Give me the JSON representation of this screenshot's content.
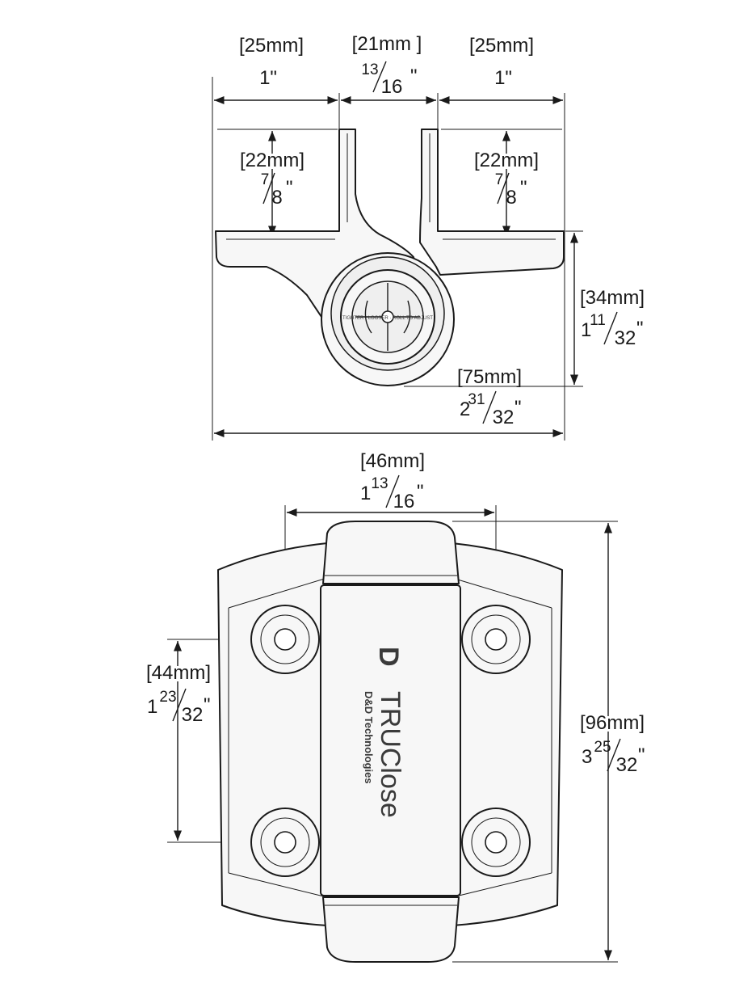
{
  "dimensions": {
    "top_left_width": {
      "mm": "[25mm]",
      "inch": "1\""
    },
    "top_center_width": {
      "mm": "[21mm ]",
      "whole": "",
      "num": "13",
      "den": "16",
      "unit": "\""
    },
    "top_right_width": {
      "mm": "[25mm]",
      "inch": "1\""
    },
    "left_leaf_height": {
      "mm": "[22mm]",
      "num": "7",
      "den": "8",
      "unit": "\""
    },
    "right_leaf_height": {
      "mm": "[22mm]",
      "num": "7",
      "den": "8",
      "unit": "\""
    },
    "body_depth": {
      "mm": "[34mm]",
      "whole": "1",
      "num": "11",
      "den": "32",
      "unit": "\""
    },
    "overall_width": {
      "mm": "[75mm]",
      "whole": "2",
      "num": "31",
      "den": "32",
      "unit": "\""
    },
    "hole_spacing_h": {
      "mm": "[46mm]",
      "whole": "1",
      "num": "13",
      "den": "16",
      "unit": "\""
    },
    "hole_spacing_v": {
      "mm": "[44mm]",
      "whole": "1",
      "num": "23",
      "den": "32",
      "unit": "\""
    },
    "overall_height": {
      "mm": "[96mm]",
      "whole": "3",
      "num": "25",
      "den": "32",
      "unit": "\""
    }
  },
  "branding": {
    "logo_mark": "D",
    "product": "TRUClose",
    "maker": "D&D Technologies"
  },
  "dial_text": "TIGHTER · LOOSER · ROLL TO ADJUST"
}
